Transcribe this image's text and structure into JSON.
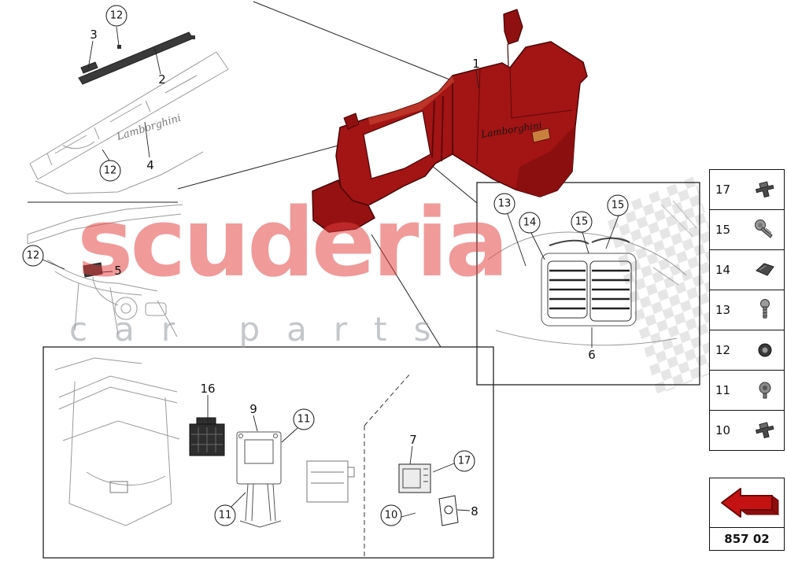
{
  "watermark": {
    "title": "scuderia",
    "subtitle": "car parts"
  },
  "brand_script": "Lamborghini",
  "callouts": {
    "plain": [
      {
        "label": "3"
      },
      {
        "label": "2"
      },
      {
        "label": "4"
      },
      {
        "label": "5"
      },
      {
        "label": "1"
      },
      {
        "label": "6"
      },
      {
        "label": "16"
      },
      {
        "label": "9"
      },
      {
        "label": "7"
      },
      {
        "label": "8"
      }
    ],
    "circled": [
      {
        "label": "12"
      },
      {
        "label": "12"
      },
      {
        "label": "12"
      },
      {
        "label": "13"
      },
      {
        "label": "14"
      },
      {
        "label": "15"
      },
      {
        "label": "15"
      },
      {
        "label": "11"
      },
      {
        "label": "11"
      },
      {
        "label": "17"
      },
      {
        "label": "10"
      }
    ]
  },
  "legend": {
    "rows": [
      {
        "num": "17",
        "icon": "push-clip"
      },
      {
        "num": "15",
        "icon": "screw-washer"
      },
      {
        "num": "14",
        "icon": "metal-clip"
      },
      {
        "num": "13",
        "icon": "screw"
      },
      {
        "num": "12",
        "icon": "grommet"
      },
      {
        "num": "11",
        "icon": "bolt"
      },
      {
        "num": "10",
        "icon": "push-clip"
      }
    ]
  },
  "footer": {
    "code": "857 02"
  }
}
